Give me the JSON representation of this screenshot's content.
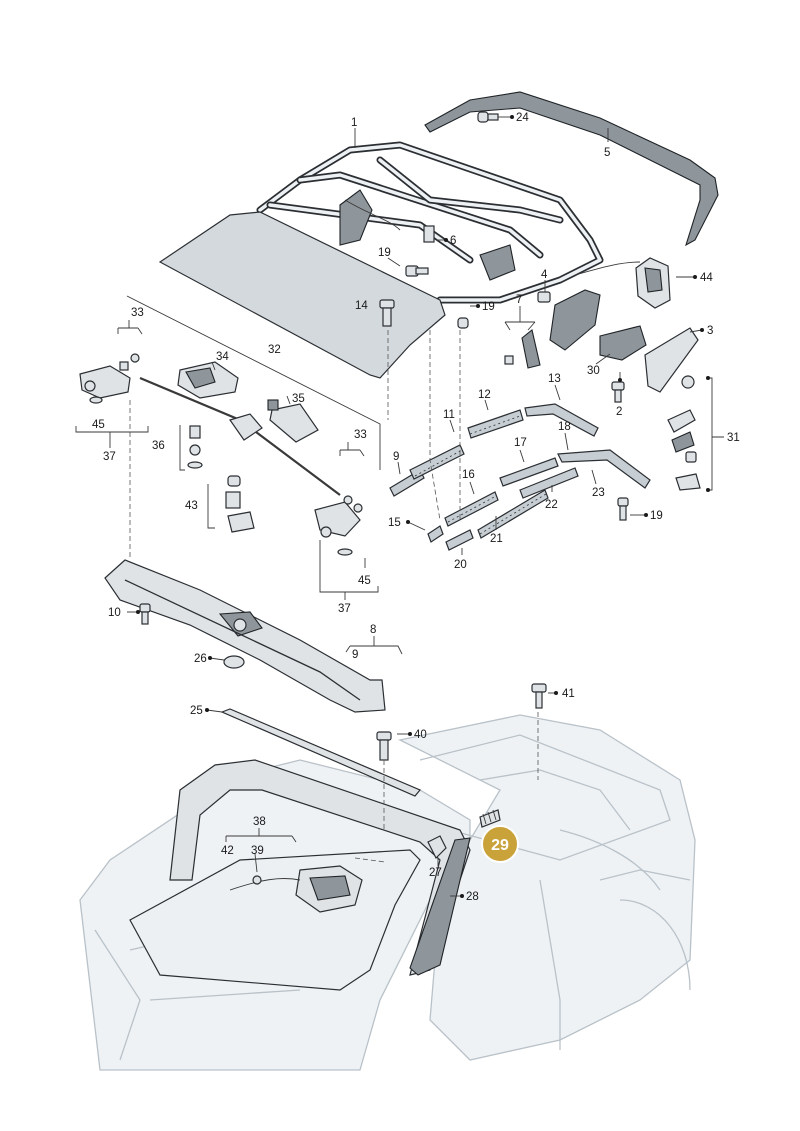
{
  "callouts": {
    "c1": "1",
    "c2": "2",
    "c3": "3",
    "c4": "4",
    "c5": "5",
    "c6": "6",
    "c7": "7",
    "c8": "8",
    "c9a": "9",
    "c9b": "9",
    "c10": "10",
    "c11": "11",
    "c12": "12",
    "c13": "13",
    "c14": "14",
    "c15": "15",
    "c16": "16",
    "c17": "17",
    "c18": "18",
    "c19a": "19",
    "c19b": "19",
    "c19c": "19",
    "c20": "20",
    "c21": "21",
    "c22": "22",
    "c23": "23",
    "c24": "24",
    "c25": "25",
    "c26": "26",
    "c27": "27",
    "c28": "28",
    "c30": "30",
    "c31": "31",
    "c32": "32",
    "c33a": "33",
    "c33b": "33",
    "c34": "34",
    "c35": "35",
    "c36": "36",
    "c37a": "37",
    "c37b": "37",
    "c38": "38",
    "c39": "39",
    "c40": "40",
    "c41": "41",
    "c42": "42",
    "c43": "43",
    "c44": "44",
    "c45a": "45",
    "c45b": "45"
  },
  "highlight": {
    "label": "29",
    "color": "#c9a23a"
  },
  "colors": {
    "part": "#dfe3e6",
    "outline": "#2b2f33",
    "body": "#b9c2c9"
  }
}
